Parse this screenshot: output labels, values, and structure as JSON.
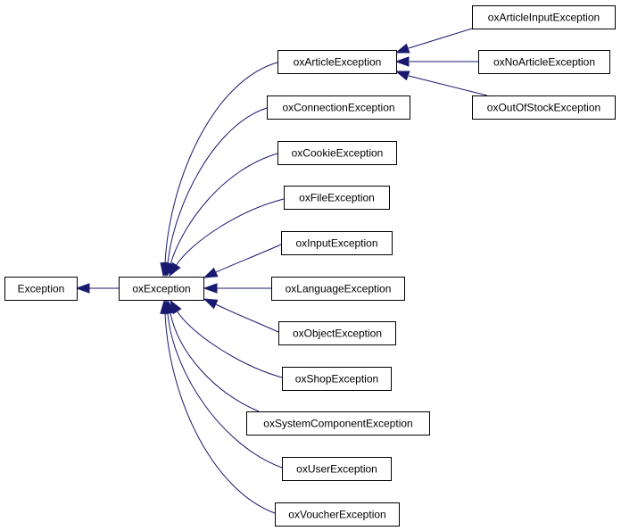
{
  "diagram": {
    "type": "inheritance-graph",
    "edge_color": "#191970",
    "node_border_color": "#000000",
    "nodes": [
      {
        "id": "Exception",
        "label": "Exception"
      },
      {
        "id": "oxException",
        "label": "oxException"
      },
      {
        "id": "oxArticleException",
        "label": "oxArticleException"
      },
      {
        "id": "oxConnectionException",
        "label": "oxConnectionException"
      },
      {
        "id": "oxCookieException",
        "label": "oxCookieException"
      },
      {
        "id": "oxFileException",
        "label": "oxFileException"
      },
      {
        "id": "oxInputException",
        "label": "oxInputException"
      },
      {
        "id": "oxLanguageException",
        "label": "oxLanguageException"
      },
      {
        "id": "oxObjectException",
        "label": "oxObjectException"
      },
      {
        "id": "oxShopException",
        "label": "oxShopException"
      },
      {
        "id": "oxSystemComponentException",
        "label": "oxSystemComponentException"
      },
      {
        "id": "oxUserException",
        "label": "oxUserException"
      },
      {
        "id": "oxVoucherException",
        "label": "oxVoucherException"
      },
      {
        "id": "oxArticleInputException",
        "label": "oxArticleInputException"
      },
      {
        "id": "oxNoArticleException",
        "label": "oxNoArticleException"
      },
      {
        "id": "oxOutOfStockException",
        "label": "oxOutOfStockException"
      }
    ],
    "edges": [
      {
        "child": "oxException",
        "parent": "Exception"
      },
      {
        "child": "oxArticleException",
        "parent": "oxException"
      },
      {
        "child": "oxConnectionException",
        "parent": "oxException"
      },
      {
        "child": "oxCookieException",
        "parent": "oxException"
      },
      {
        "child": "oxFileException",
        "parent": "oxException"
      },
      {
        "child": "oxInputException",
        "parent": "oxException"
      },
      {
        "child": "oxLanguageException",
        "parent": "oxException"
      },
      {
        "child": "oxObjectException",
        "parent": "oxException"
      },
      {
        "child": "oxShopException",
        "parent": "oxException"
      },
      {
        "child": "oxSystemComponentException",
        "parent": "oxException"
      },
      {
        "child": "oxUserException",
        "parent": "oxException"
      },
      {
        "child": "oxVoucherException",
        "parent": "oxException"
      },
      {
        "child": "oxArticleInputException",
        "parent": "oxArticleException"
      },
      {
        "child": "oxNoArticleException",
        "parent": "oxArticleException"
      },
      {
        "child": "oxOutOfStockException",
        "parent": "oxArticleException"
      }
    ]
  }
}
